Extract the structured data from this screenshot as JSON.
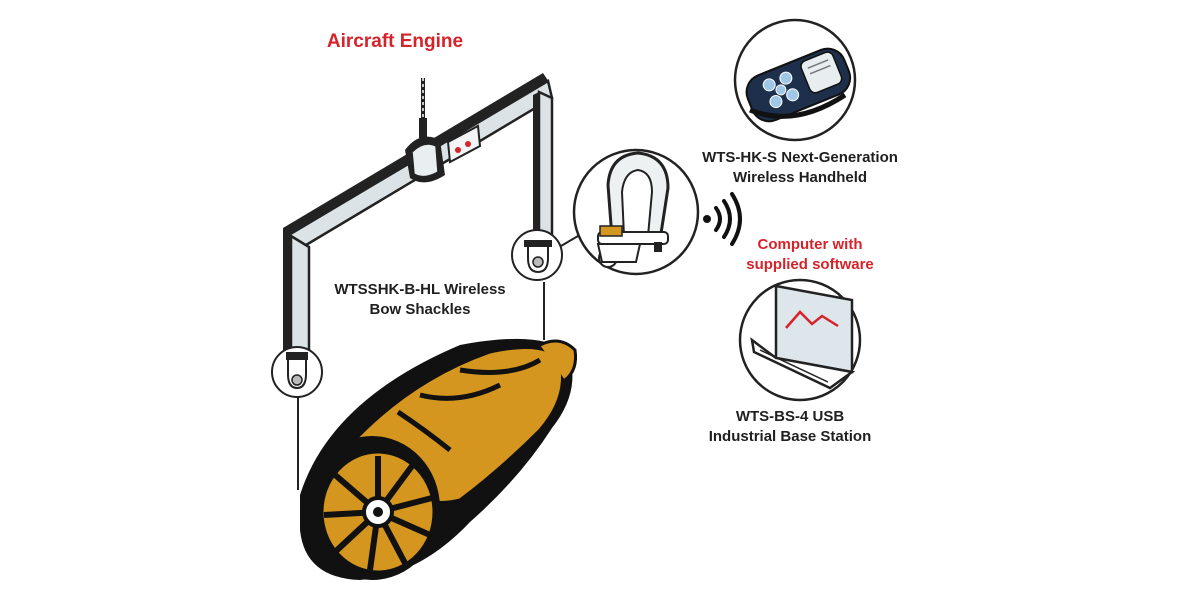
{
  "title": "Aircraft Engine",
  "labels": {
    "shackles": {
      "line1": "WTSSHK-B-HL Wireless",
      "line2": "Bow Shackles"
    },
    "handheld": {
      "line1": "WTS-HK-S Next-Generation",
      "line2": "Wireless Handheld"
    },
    "computer": {
      "line1": "Computer with",
      "line2": "supplied software"
    },
    "base_station": {
      "line1": "WTS-BS-4 USB",
      "line2": "Industrial Base Station"
    }
  },
  "colors": {
    "accent_red": "#d6232a",
    "engine_gold": "#d4961f",
    "frame_gray": "#dce3e6",
    "device_navy": "#1d2f4a",
    "button_blue": "#9fc7e6"
  }
}
